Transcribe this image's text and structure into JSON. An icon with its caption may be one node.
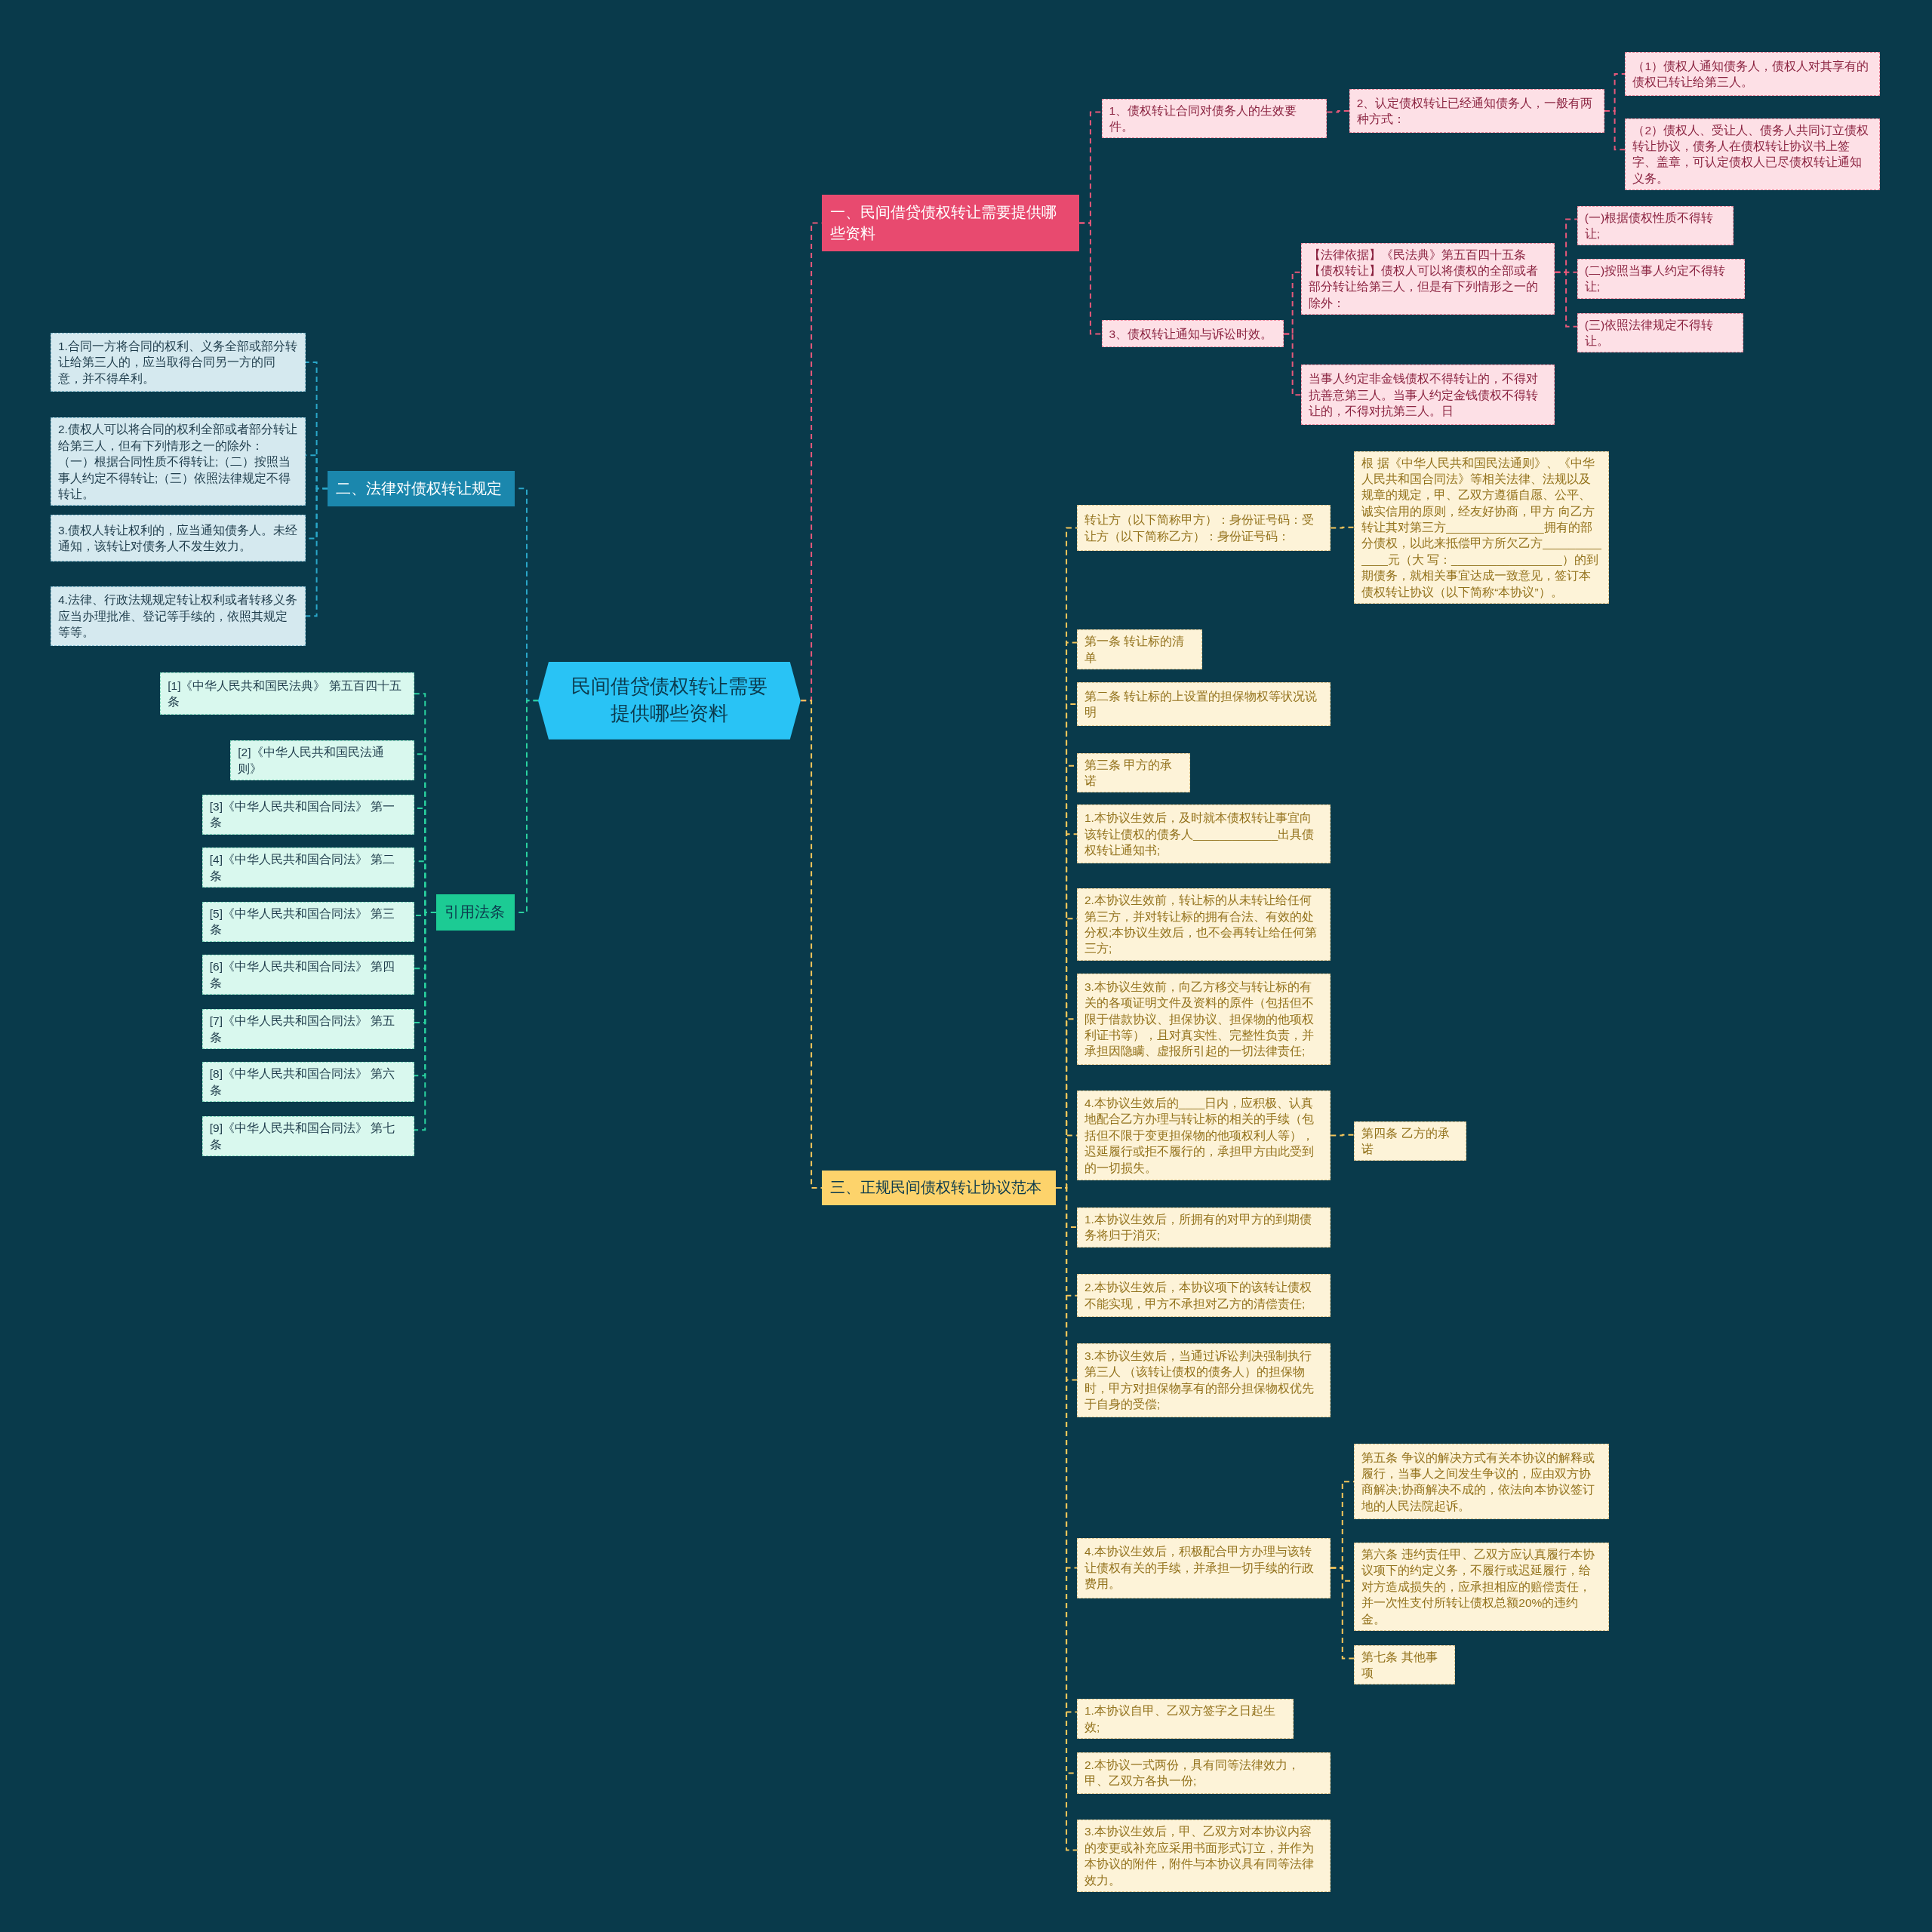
{
  "diagram": {
    "nodes": [
      {
        "text": [
          "民间借贷债权转让需要提供哪些资料"
        ]
      },
      {
        "text": [
          "一、民间借贷债权转让需要提供哪些资料"
        ]
      },
      {
        "text": [
          "1、债权转让合同对债务人的生效要件。"
        ]
      },
      {
        "text": [
          "2、认定债权转让已经通知债务人，一般有两种方式："
        ]
      },
      {
        "text": [
          "（1）债权人通知债务人，债权人对其享有的债权已转让给第三人。"
        ]
      },
      {
        "text": [
          "（2）债权人、受让人、债务人共同订立债权转让协议，债务人在债权转让协议书上签字、盖章，可认定债权人已尽债权转让通知义务。"
        ]
      },
      {
        "text": [
          "3、债权转让通知与诉讼时效。"
        ]
      },
      {
        "text": [
          "【法律依据】《民法典》第五百四十五条【债权转让】债权人可以将债权的全部或者部分转让给第三人，但是有下列情形之一的除外："
        ]
      },
      {
        "text": [
          "(一)根据债权性质不得转让;"
        ]
      },
      {
        "text": [
          "(二)按照当事人约定不得转让;"
        ]
      },
      {
        "text": [
          "(三)依照法律规定不得转让。"
        ]
      },
      {
        "text": [
          "当事人约定非金钱债权不得转让的，不得对抗善意第三人。当事人约定金钱债权不得转让的，不得对抗第三人。日"
        ]
      },
      {
        "text": [
          "二、法律对债权转让规定"
        ]
      },
      {
        "text": [
          "1.合同一方将合同的权利、义务全部或部分转让给第三人的，应当取得合同另一方的同意，并不得牟利。"
        ]
      },
      {
        "text": [
          "2.债权人可以将合同的权利全部或者部分转让给第三人，但有下列情形之一的除外：（一）根据合同性质不得转让;（二）按照当事人约定不得转让;（三）依照法律规定不得转让。"
        ]
      },
      {
        "text": [
          "3.债权人转让权利的，应当通知债务人。未经通知，该转让对债务人不发生效力。"
        ]
      },
      {
        "text": [
          "4.法律、行政法规规定转让权利或者转移义务应当办理批准、登记等手续的，依照其规定等等。"
        ]
      },
      {
        "text": [
          "引用法条"
        ]
      },
      {
        "text": [
          "[1]《中华人民共和国民法典》 第五百四十五条"
        ]
      },
      {
        "text": [
          "[2]《中华人民共和国民法通则》"
        ]
      },
      {
        "text": [
          "[3]《中华人民共和国合同法》 第一条"
        ]
      },
      {
        "text": [
          "[4]《中华人民共和国合同法》 第二条"
        ]
      },
      {
        "text": [
          "[5]《中华人民共和国合同法》 第三条"
        ]
      },
      {
        "text": [
          "[6]《中华人民共和国合同法》 第四条"
        ]
      },
      {
        "text": [
          "[7]《中华人民共和国合同法》 第五条"
        ]
      },
      {
        "text": [
          "[8]《中华人民共和国合同法》 第六条"
        ]
      },
      {
        "text": [
          "[9]《中华人民共和国合同法》 第七条"
        ]
      },
      {
        "text": [
          "三、正规民间债权转让协议范本"
        ]
      },
      {
        "text": [
          "转让方（以下简称甲方）：身份证号码：受让方（以下简称乙方）：身份证号码："
        ]
      },
      {
        "text": [
          "根 据《中华人民共和国民法通则》、《中华人民共和国合同法》等相关法律、法规以及规章的规定，甲、乙双方遵循自愿、公平、诚实信用的原则，经友好协商，甲方 向乙方转让其对第三方_______________拥有的部分债权，以此来抵偿甲方所欠乙方_____________元（大 写：_________________）的到期债务，就相关事宜达成一致意见，签订本债权转让协议（以下简称“本协议”）。"
        ]
      },
      {
        "text": [
          "第一条 转让标的清单"
        ]
      },
      {
        "text": [
          "第二条 转让标的上设置的担保物权等状况说明"
        ]
      },
      {
        "text": [
          "第三条 甲方的承诺"
        ]
      },
      {
        "text": [
          "1.本协议生效后，及时就本债权转让事宜向该转让债权的债务人_____________出具债权转让通知书;"
        ]
      },
      {
        "text": [
          "2.本协议生效前，转让标的从未转让给任何第三方，并对转让标的拥有合法、有效的处分权;本协议生效后，也不会再转让给任何第三方;"
        ]
      },
      {
        "text": [
          "3.本协议生效前，向乙方移交与转让标的有关的各项证明文件及资料的原件（包括但不限于借款协议、担保协议、担保物的他项权利证书等），且对真实性、完整性负责，并承担因隐瞒、虚报所引起的一切法律责任;"
        ]
      },
      {
        "text": [
          "4.本协议生效后的____日内，应积极、认真地配合乙方办理与转让标的相关的手续（包括但不限于变更担保物的他项权利人等），迟延履行或拒不履行的，承担甲方由此受到的一切损失。"
        ]
      },
      {
        "text": [
          "第四条 乙方的承诺"
        ]
      },
      {
        "text": [
          "1.本协议生效后，所拥有的对甲方的到期债务将归于消灭;"
        ]
      },
      {
        "text": [
          "2.本协议生效后，本协议项下的该转让债权不能实现，甲方不承担对乙方的清偿责任;"
        ]
      },
      {
        "text": [
          "3.本协议生效后，当通过诉讼判决强制执行第三人 （该转让债权的债务人）的担保物时，甲方对担保物享有的部分担保物权优先于自身的受偿;"
        ]
      },
      {
        "text": [
          "4.本协议生效后，积极配合甲方办理与该转让债权有关的手续，并承担一切手续的行政费用。"
        ]
      },
      {
        "text": [
          "第五条 争议的解决方式有关本协议的解释或履行，当事人之间发生争议的，应由双方协商解决;协商解决不成的，依法向本协议签订地的人民法院起诉。"
        ]
      },
      {
        "text": [
          "第六条 违约责任甲、乙双方应认真履行本协议项下的约定义务，不履行或迟延履行，给对方造成损失的，应承担相应的赔偿责任，并一次性支付所转让债权总额20%的违约金。"
        ]
      },
      {
        "text": [
          "第七条 其他事项"
        ]
      },
      {
        "text": [
          "1.本协议自甲、乙双方签字之日起生效;"
        ]
      },
      {
        "text": [
          "2.本协议一式两份，具有同等法律效力，甲、乙双方各执一份;"
        ]
      },
      {
        "text": [
          "3.本协议生效后，甲、乙双方对本协议内容的变更或补充应采用书面形式订立，并作为本协议的附件，附件与本协议具有同等法律效力。"
        ]
      }
    ],
    "edges": [
      {
        "from": 0,
        "to": 1,
        "arrow": "none",
        "color": "#e8587a"
      },
      {
        "from": 1,
        "to": 2,
        "arrow": "none",
        "color": "#e8587a"
      },
      {
        "from": 2,
        "to": 3,
        "arrow": "none",
        "color": "#e8587a"
      },
      {
        "from": 3,
        "to": 4,
        "arrow": "none",
        "color": "#e8587a"
      },
      {
        "from": 3,
        "to": 5,
        "arrow": "none",
        "color": "#e8587a"
      },
      {
        "from": 1,
        "to": 6,
        "arrow": "none",
        "color": "#e8587a"
      },
      {
        "from": 6,
        "to": 7,
        "arrow": "none",
        "color": "#e8587a"
      },
      {
        "from": 7,
        "to": 8,
        "arrow": "none",
        "color": "#e8587a"
      },
      {
        "from": 7,
        "to": 9,
        "arrow": "none",
        "color": "#e8587a"
      },
      {
        "from": 7,
        "to": 10,
        "arrow": "none",
        "color": "#e8587a"
      },
      {
        "from": 6,
        "to": 11,
        "arrow": "none",
        "color": "#e8587a"
      },
      {
        "from": 0,
        "to": 12,
        "arrow": "none",
        "color": "#2aa7c9"
      },
      {
        "from": 12,
        "to": 13,
        "arrow": "none",
        "color": "#2aa7c9"
      },
      {
        "from": 12,
        "to": 14,
        "arrow": "none",
        "color": "#2aa7c9"
      },
      {
        "from": 12,
        "to": 15,
        "arrow": "none",
        "color": "#2aa7c9"
      },
      {
        "from": 12,
        "to": 16,
        "arrow": "none",
        "color": "#2aa7c9"
      },
      {
        "from": 0,
        "to": 17,
        "arrow": "none",
        "color": "#2ad3a0"
      },
      {
        "from": 17,
        "to": 18,
        "arrow": "none",
        "color": "#2ad3a0"
      },
      {
        "from": 17,
        "to": 19,
        "arrow": "none",
        "color": "#2ad3a0"
      },
      {
        "from": 17,
        "to": 20,
        "arrow": "none",
        "color": "#2ad3a0"
      },
      {
        "from": 17,
        "to": 21,
        "arrow": "none",
        "color": "#2ad3a0"
      },
      {
        "from": 17,
        "to": 22,
        "arrow": "none",
        "color": "#2ad3a0"
      },
      {
        "from": 17,
        "to": 23,
        "arrow": "none",
        "color": "#2ad3a0"
      },
      {
        "from": 17,
        "to": 24,
        "arrow": "none",
        "color": "#2ad3a0"
      },
      {
        "from": 17,
        "to": 25,
        "arrow": "none",
        "color": "#2ad3a0"
      },
      {
        "from": 17,
        "to": 26,
        "arrow": "none",
        "color": "#2ad3a0"
      },
      {
        "from": 0,
        "to": 27,
        "arrow": "none"
      },
      {
        "from": 27,
        "to": 28,
        "arrow": "none"
      },
      {
        "from": 28,
        "to": 29,
        "arrow": "none"
      },
      {
        "from": 27,
        "to": 30,
        "arrow": "none"
      },
      {
        "from": 27,
        "to": 31,
        "arrow": "none"
      },
      {
        "from": 27,
        "to": 32,
        "arrow": "none"
      },
      {
        "from": 27,
        "to": 33,
        "arrow": "none"
      },
      {
        "from": 27,
        "to": 34,
        "arrow": "none"
      },
      {
        "from": 27,
        "to": 35,
        "arrow": "none"
      },
      {
        "from": 27,
        "to": 36,
        "arrow": "none"
      },
      {
        "from": 36,
        "to": 37,
        "arrow": "none"
      },
      {
        "from": 27,
        "to": 38,
        "arrow": "none"
      },
      {
        "from": 27,
        "to": 39,
        "arrow": "none"
      },
      {
        "from": 27,
        "to": 40,
        "arrow": "none"
      },
      {
        "from": 27,
        "to": 41,
        "arrow": "none"
      },
      {
        "from": 41,
        "to": 42,
        "arrow": "none"
      },
      {
        "from": 41,
        "to": 43,
        "arrow": "none"
      },
      {
        "from": 41,
        "to": 44,
        "arrow": "none"
      },
      {
        "from": 27,
        "to": 45,
        "arrow": "none"
      },
      {
        "from": 27,
        "to": 46,
        "arrow": "none"
      },
      {
        "from": 27,
        "to": 47,
        "arrow": "none"
      }
    ]
  }
}
